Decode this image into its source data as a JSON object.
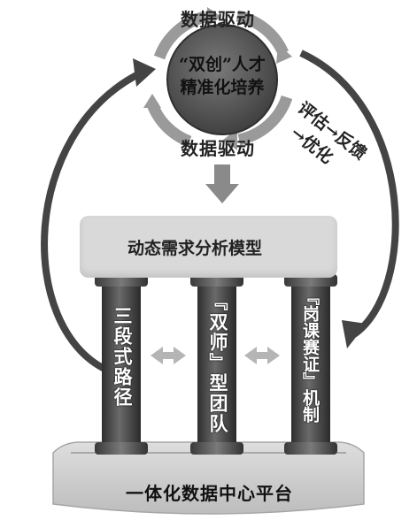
{
  "chart_data": {
    "type": "diagram",
    "core": {
      "top_label": "数据驱动",
      "bottom_label": "数据驱动",
      "title_line1": "“双创”人才",
      "title_line2": "精准化培养"
    },
    "feedback_label_line1": "评估→反馈",
    "feedback_label_line2": "→优化",
    "model_label": "动态需求分析模型",
    "pillars": [
      {
        "label": "三段式路径"
      },
      {
        "label": "『双师』型团队"
      },
      {
        "label": "『岗课赛证』机制"
      }
    ],
    "platform_label": "一体化数据中心平台"
  },
  "colors": {
    "pillar_dark": "#3f3f3f",
    "core_dark": "#555555",
    "ring_gray": "#9a9a9a",
    "model_box": "#d9d9d9",
    "platform": "#c9c9c9"
  }
}
